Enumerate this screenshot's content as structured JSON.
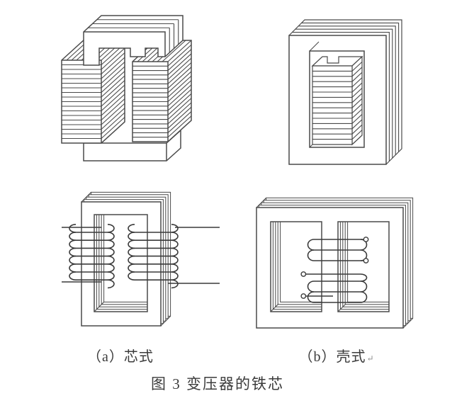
{
  "figure": {
    "caption": "图 3 变压器的铁芯",
    "panels": [
      {
        "id": "a",
        "label": "（a）芯式"
      },
      {
        "id": "b",
        "label": "（b）壳式",
        "paragraph_mark": "↵"
      }
    ]
  },
  "colors": {
    "background": "#ffffff",
    "line": "#4a4a4a",
    "coil": "#3a3a3a",
    "text": "#3b3b3b",
    "fill": "#ffffff"
  },
  "drawing": {
    "core_3d": {
      "limb_laminations": 18,
      "yoke_stack_lines": 3
    },
    "shell_3d": {
      "outer_sheets": 5,
      "center_laminations": 15
    },
    "core_wound": {
      "sheets": 5,
      "coil_turns": 7,
      "coils": 2,
      "leads": 4
    },
    "shell_wound": {
      "sheets": 5,
      "upper_turns": 3,
      "lower_turns": 3,
      "terminals": 4
    }
  }
}
